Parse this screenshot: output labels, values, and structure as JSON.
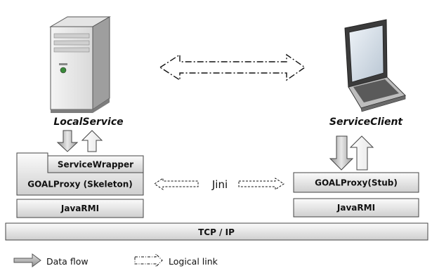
{
  "nodes": {
    "left_title": "LocalService",
    "right_title": "ServiceClient"
  },
  "layers": {
    "service_wrapper": "ServiceWrapper",
    "skeleton": "GOALProxy (Skeleton)",
    "stub": "GOALProxy(Stub)",
    "rmi_left": "JavaRMI",
    "rmi_right": "JavaRMI",
    "tcp": "TCP / IP"
  },
  "link_label": "Jini",
  "legend": {
    "data_flow": "Data flow",
    "logical_link": "Logical link"
  },
  "icons": {
    "left_device": "server-tower-icon",
    "right_device": "laptop-icon"
  }
}
